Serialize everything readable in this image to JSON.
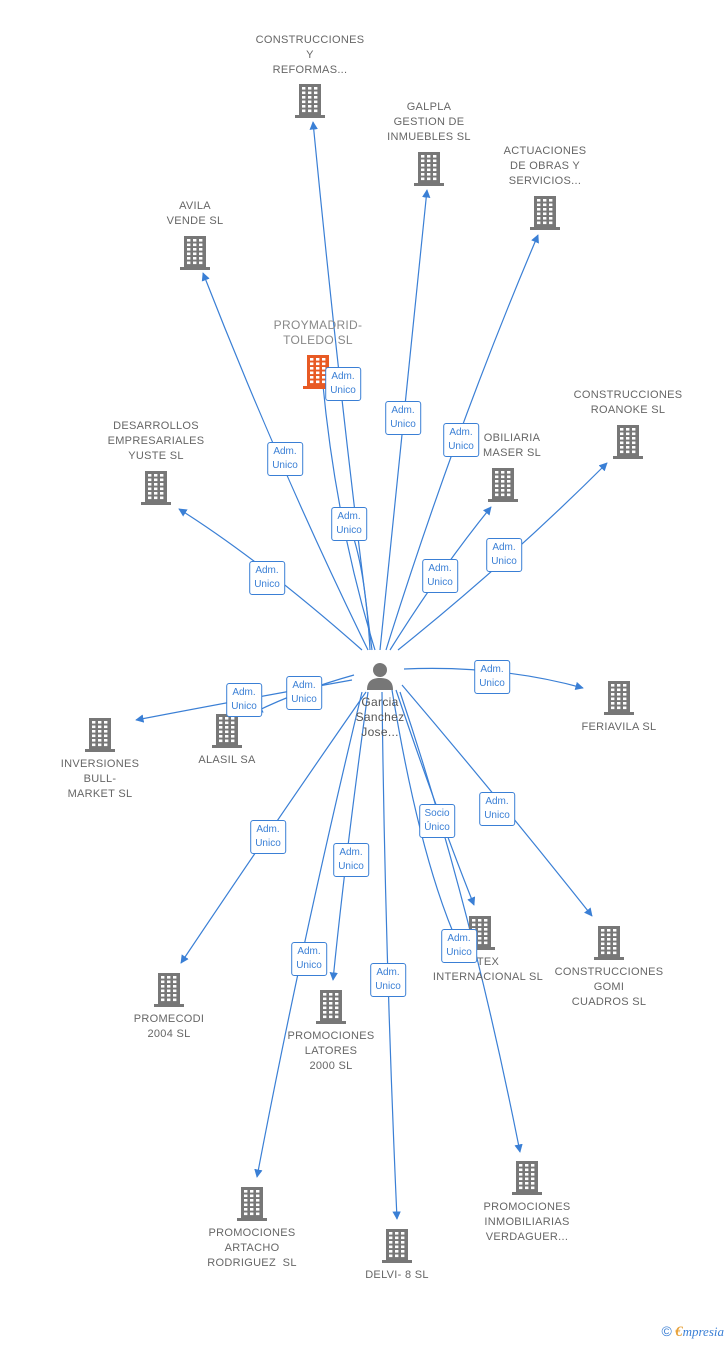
{
  "colors": {
    "edge": "#3a7fd5",
    "building": "#777777",
    "highlight": "#e85a24",
    "person": "#777777",
    "text": "#666666"
  },
  "center": {
    "name": "Garcia\nSanchez\nJose...",
    "icon": "person-icon"
  },
  "companies": [
    {
      "id": "construcciones-y-reformas",
      "label": "CONSTRUCCIONES\nY\nREFORMAS...",
      "icon": "building-icon"
    },
    {
      "id": "galpla",
      "label": "GALPLA\nGESTION DE\nINMUEBLES SL",
      "icon": "building-icon"
    },
    {
      "id": "actuaciones-de-obras",
      "label": "ACTUACIONES\nDE OBRAS Y\nSERVICIOS...",
      "icon": "building-icon"
    },
    {
      "id": "avila-vende",
      "label": "AVILA\nVENDE SL",
      "icon": "building-icon"
    },
    {
      "id": "proymadrid-toledo",
      "label": "PROYMADRID-\nTOLEDO SL",
      "icon": "building-icon",
      "highlight": true
    },
    {
      "id": "construcciones-roanoke",
      "label": "CONSTRUCCIONES\nROANOKE SL",
      "icon": "building-icon"
    },
    {
      "id": "desarrollos-empresariales-yuste",
      "label": "DESARROLLOS\nEMPRESARIALES\nYUSTE SL",
      "icon": "building-icon"
    },
    {
      "id": "inmobiliaria-tamaser",
      "label": "OBILIARIA\nMASER SL",
      "icon": "building-icon"
    },
    {
      "id": "feriavila",
      "label": "FERIAVILA SL",
      "icon": "building-icon"
    },
    {
      "id": "inversiones-bull-market",
      "label": "INVERSIONES\nBULL-\nMARKET SL",
      "icon": "building-icon"
    },
    {
      "id": "alasil",
      "label": "ALASIL SA",
      "icon": "building-icon"
    },
    {
      "id": "construcciones-gomi-cuadros",
      "label": "CONSTRUCCIONES\nGOMI\nCUADROS SL",
      "icon": "building-icon"
    },
    {
      "id": "brustex-internacional",
      "label": "TEX\nINTERNACIONAL SL",
      "icon": "building-icon"
    },
    {
      "id": "promecodi-2004",
      "label": "PROMECODI\n2004 SL",
      "icon": "building-icon"
    },
    {
      "id": "promociones-latores-2000",
      "label": "PROMOCIONES\nLATORES\n2000 SL",
      "icon": "building-icon"
    },
    {
      "id": "promociones-artacho-rodriguez",
      "label": "PROMOCIONES\nARTACHO\nRODRIGUEZ  SL",
      "icon": "building-icon"
    },
    {
      "id": "delvi-8",
      "label": "DELVI- 8 SL",
      "icon": "building-icon"
    },
    {
      "id": "promociones-inmobiliarias-verdaguer",
      "label": "PROMOCIONES\nINMOBILIARIAS\nVERDAGUER...",
      "icon": "building-icon"
    }
  ],
  "edges": [
    {
      "target": "construcciones-y-reformas",
      "label": ""
    },
    {
      "target": "galpla",
      "label": "Adm.\nUnico"
    },
    {
      "target": "actuaciones-de-obras",
      "label": "Adm.\nUnico"
    },
    {
      "target": "avila-vende",
      "label": "Adm.\nUnico"
    },
    {
      "target": "proymadrid-toledo",
      "label": "Adm.\nUnico"
    },
    {
      "target": "proymadrid-toledo",
      "label": "Adm.\nUnico"
    },
    {
      "target": "construcciones-roanoke",
      "label": "Adm.\nUnico"
    },
    {
      "target": "desarrollos-empresariales-yuste",
      "label": "Adm.\nUnico"
    },
    {
      "target": "inmobiliaria-tamaser",
      "label": "Adm.\nUnico"
    },
    {
      "target": "feriavila",
      "label": "Adm.\nUnico"
    },
    {
      "target": "inversiones-bull-market",
      "label": "Adm.\nUnico"
    },
    {
      "target": "alasil",
      "label": "Adm.\nUnico"
    },
    {
      "target": "construcciones-gomi-cuadros",
      "label": "Adm.\nUnico"
    },
    {
      "target": "brustex-internacional",
      "label": "Socio\nÚnico"
    },
    {
      "target": "brustex-internacional",
      "label": "Adm.\nUnico"
    },
    {
      "target": "promecodi-2004",
      "label": "Adm.\nUnico"
    },
    {
      "target": "promociones-latores-2000",
      "label": "Adm.\nUnico"
    },
    {
      "target": "promociones-artacho-rodriguez",
      "label": "Adm.\nUnico"
    },
    {
      "target": "delvi-8",
      "label": "Adm.\nUnico"
    },
    {
      "target": "promociones-inmobiliarias-verdaguer",
      "label": ""
    }
  ],
  "brand": {
    "copyright": "©",
    "e": "€",
    "rest": "mpresia"
  }
}
